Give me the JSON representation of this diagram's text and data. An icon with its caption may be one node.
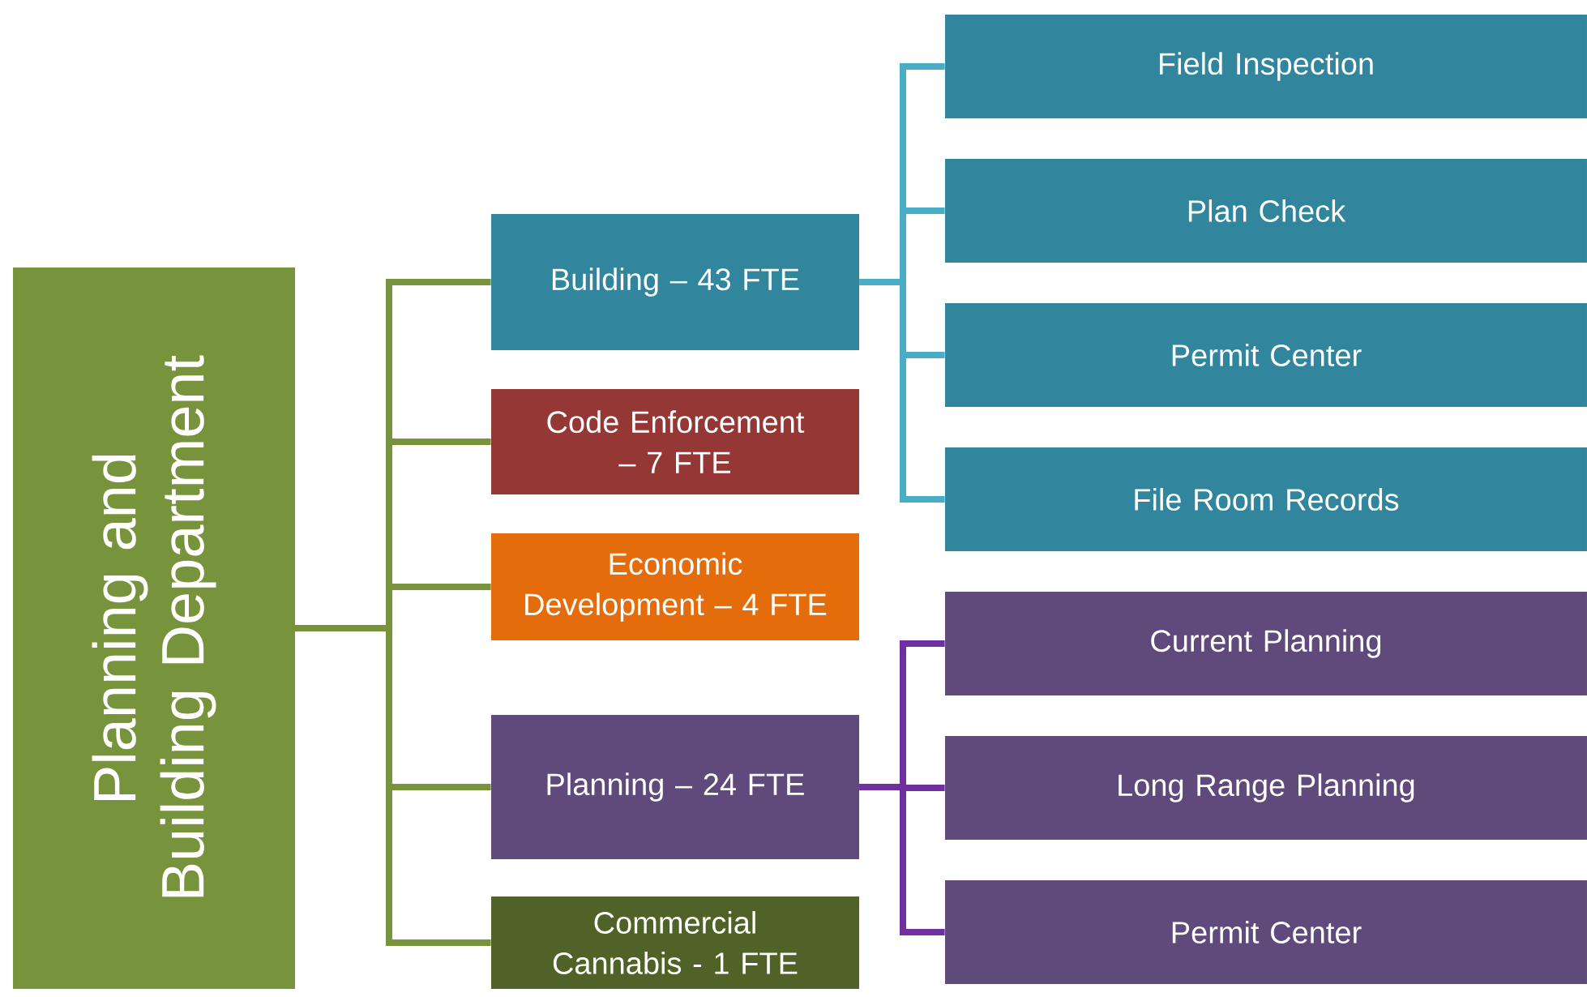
{
  "diagram": {
    "nodes": [
      {
        "text": [
          "Planning and Building Department"
        ]
      },
      {
        "text": [
          "Building – 43 FTE"
        ]
      },
      {
        "text": [
          "Code Enforcement – 7 FTE"
        ]
      },
      {
        "text": [
          "Economic Development – 4 FTE"
        ]
      },
      {
        "text": [
          "Planning – 24 FTE"
        ]
      },
      {
        "text": [
          "Commercial Cannabis - 1 FTE"
        ]
      },
      {
        "text": [
          "Field Inspection"
        ]
      },
      {
        "text": [
          "Plan Check"
        ]
      },
      {
        "text": [
          "Permit Center"
        ]
      },
      {
        "text": [
          "File Room Records"
        ]
      },
      {
        "text": [
          "Current Planning"
        ]
      },
      {
        "text": [
          "Long Range Planning"
        ]
      },
      {
        "text": [
          "Permit Center"
        ]
      }
    ],
    "edges": [
      {
        "from": 0,
        "to": 1,
        "arrow": "none"
      },
      {
        "from": 0,
        "to": 2,
        "arrow": "none"
      },
      {
        "from": 0,
        "to": 3,
        "arrow": "none"
      },
      {
        "from": 0,
        "to": 4,
        "arrow": "none"
      },
      {
        "from": 0,
        "to": 5,
        "arrow": "none"
      },
      {
        "from": 1,
        "to": 6,
        "arrow": "none",
        "color": "#4bacc6"
      },
      {
        "from": 1,
        "to": 7,
        "arrow": "none",
        "color": "#4bacc6"
      },
      {
        "from": 1,
        "to": 8,
        "arrow": "none",
        "color": "#4bacc6"
      },
      {
        "from": 1,
        "to": 9,
        "arrow": "none",
        "color": "#4bacc6"
      },
      {
        "from": 4,
        "to": 10,
        "arrow": "none",
        "color": "#7030a0"
      },
      {
        "from": 4,
        "to": 11,
        "arrow": "none",
        "color": "#7030a0"
      },
      {
        "from": 4,
        "to": 12,
        "arrow": "none",
        "color": "#7030a0"
      }
    ]
  }
}
